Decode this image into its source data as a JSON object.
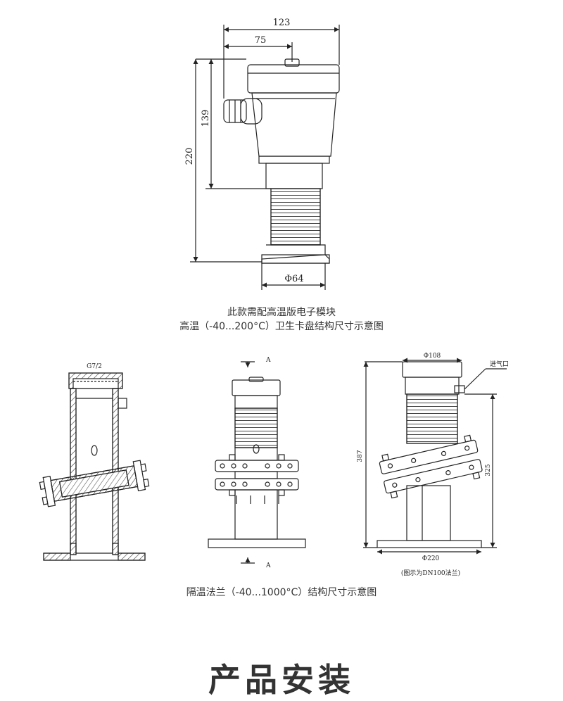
{
  "top_diagram": {
    "dim_width": "123",
    "dim_offset": "75",
    "dim_upper_height": "139",
    "dim_total_height": "220",
    "dim_diameter": "Φ64",
    "caption_line1": "此款需配高温版电子模块",
    "caption_line2": "高温（-40...200°C）卫生卡盘结构尺寸示意图"
  },
  "bottom_left": {
    "thread_label": "G7/2"
  },
  "bottom_middle": {
    "section_top": "A",
    "section_bottom": "A"
  },
  "bottom_right": {
    "top_diameter": "Φ108",
    "air_inlet": "进气口",
    "height_total": "387",
    "height_lower": "325",
    "base_diameter": "Φ220",
    "note": "(图示为DN100法兰)"
  },
  "bottom_caption": "隔温法兰（-40...1000°C）结构尺寸示意图",
  "section_heading": "产品安装"
}
